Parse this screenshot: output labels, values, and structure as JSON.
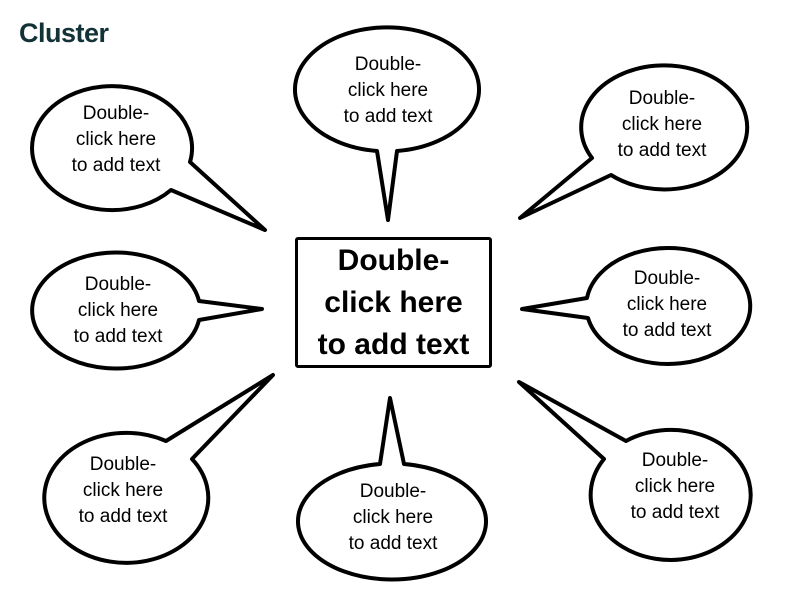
{
  "title": "Cluster",
  "center": {
    "text": "Double-\nclick here\nto add text"
  },
  "bubbles": [
    {
      "id": "top-left",
      "text": "Double-\nclick here\nto add text"
    },
    {
      "id": "top-center",
      "text": "Double-\nclick here\nto add text"
    },
    {
      "id": "top-right",
      "text": "Double-\nclick here\nto add text"
    },
    {
      "id": "middle-left",
      "text": "Double-\nclick here\nto add text"
    },
    {
      "id": "middle-right",
      "text": "Double-\nclick here\nto add text"
    },
    {
      "id": "bottom-left",
      "text": "Double-\nclick here\nto add text"
    },
    {
      "id": "bottom-center",
      "text": "Double-\nclick here\nto add text"
    },
    {
      "id": "bottom-right",
      "text": "Double-\nclick here\nto add text"
    }
  ],
  "colors": {
    "title": "#123238",
    "stroke": "#000000",
    "fill": "#ffffff"
  }
}
